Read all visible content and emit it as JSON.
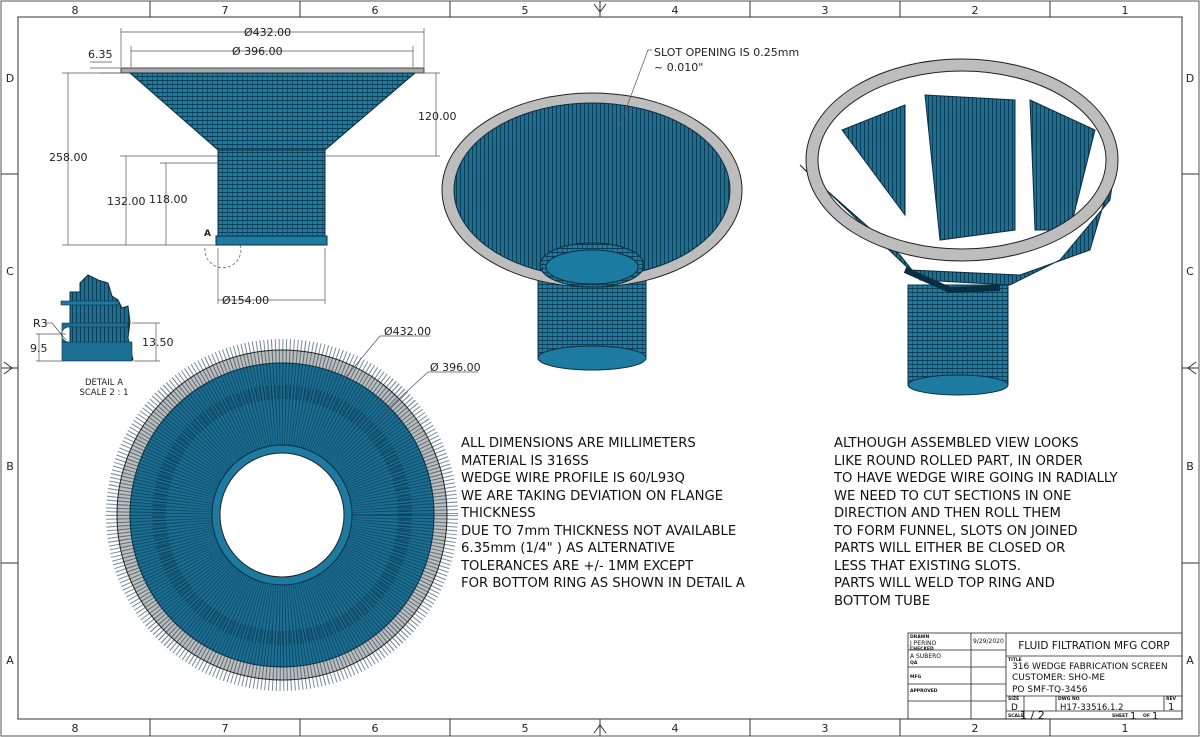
{
  "zones": {
    "columns": [
      "8",
      "7",
      "6",
      "5",
      "4",
      "3",
      "2",
      "1"
    ],
    "rows": [
      "D",
      "C",
      "B",
      "A"
    ]
  },
  "front_view": {
    "dims": {
      "flange_od": "Ø432.00",
      "flange_id": "Ø 396.00",
      "flange_thk": "6.35",
      "cone_height": "120.00",
      "overall_height": "258.00",
      "tube_height": "132.00",
      "tube_height_inner": "118.00",
      "tube_od": "Ø154.00",
      "detail_callout": "A"
    }
  },
  "detail_a": {
    "radius": "R3",
    "dim_small": "9.5",
    "dim_large": "13.50",
    "title": "DETAIL  A",
    "scale": "SCALE 2 : 1"
  },
  "top_view": {
    "od": "Ø432.00",
    "id": "Ø 396.00"
  },
  "iso_view": {
    "slot_note_1": "SLOT OPENING IS 0.25mm",
    "slot_note_2": "~ 0.010\""
  },
  "notes_left": [
    "ALL DIMENSIONS ARE MILLIMETERS",
    "MATERIAL IS 316SS",
    "WEDGE WIRE PROFILE IS 60/L93Q",
    "WE ARE TAKING DEVIATION ON FLANGE",
    "THICKNESS",
    "DUE TO 7mm THICKNESS NOT AVAILABLE",
    "6.35mm (1/4\" ) AS ALTERNATIVE",
    "TOLERANCES ARE +/- 1MM EXCEPT",
    "FOR BOTTOM RING AS SHOWN IN DETAIL A"
  ],
  "notes_right": [
    "ALTHOUGH ASSEMBLED VIEW LOOKS",
    "LIKE ROUND ROLLED PART, IN ORDER",
    "TO HAVE WEDGE WIRE GOING IN RADIALLY",
    "WE NEED TO CUT SECTIONS IN ONE",
    "DIRECTION AND THEN ROLL THEM",
    "TO FORM FUNNEL, SLOTS ON JOINED",
    "PARTS WILL EITHER BE CLOSED OR",
    "LESS THAT EXISTING SLOTS.",
    "PARTS WILL WELD TOP RING AND",
    "BOTTOM TUBE"
  ],
  "title_block": {
    "drawn_label": "DRAWN",
    "drawn_by": "J PERINO",
    "drawn_date": "9/29/2020",
    "checked_label": "CHECKED",
    "checked_by": "A SUBERO",
    "qa_label": "QA",
    "mfg_label": "MFG",
    "approved_label": "APPROVED",
    "company": "FLUID FILTRATION MFG CORP",
    "title_label": "TITLE",
    "title_1": "316 WEDGE FABRICATION SCREEN",
    "title_2": "CUSTOMER: SHO-ME",
    "title_3": "PO  SMF-TQ-3456",
    "size_label": "SIZE",
    "size": "D",
    "dwg_label": "DWG NO",
    "dwg_no": "H17-33516.1.2",
    "rev_label": "REV",
    "rev": "1",
    "scale_label": "SCALE",
    "scale": "1 / 2",
    "sheet_label": "SHEET",
    "sheet": "1",
    "of_label": "OF",
    "sheet_total": "1"
  },
  "colors": {
    "wire": "#1b6f93",
    "wire_dark": "#0c3a52",
    "ring": "#b9b9b9"
  }
}
